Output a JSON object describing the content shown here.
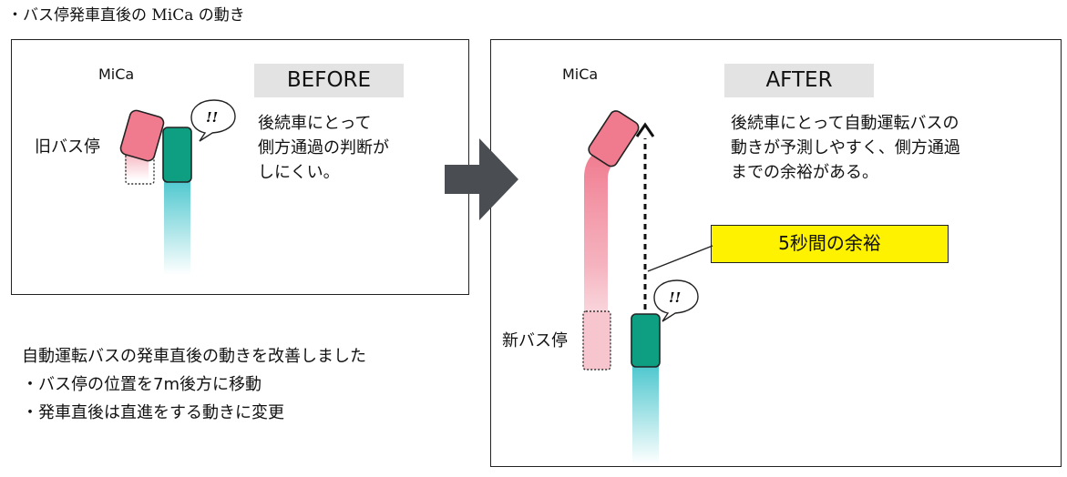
{
  "title": "・バス停発車直後の MiCa の動き",
  "before": {
    "vehicle_label": "MiCa",
    "heading": "BEFORE",
    "stop_label": "旧バス停",
    "description": "後続車にとって\n側方通過の判断が\nしにくい。",
    "bubble": "!!"
  },
  "after": {
    "vehicle_label": "MiCa",
    "heading": "AFTER",
    "stop_label": "新バス停",
    "description": "後続車にとって自動運転バスの\n動きが予測しやすく、側方通過\nまでの余裕がある。",
    "bubble": "!!",
    "callout": "5秒間の余裕"
  },
  "notes": {
    "headline": "自動運転バスの発車直後の動きを改善しました",
    "items": [
      "・バス停の位置を7m後方に移動",
      "・発車直後は直進をする動きに変更"
    ]
  },
  "colors": {
    "mica": "#f07b8f",
    "bus": "#0e9f83",
    "bus_trail": "#4fc8cf",
    "arrow": "#4a4d52",
    "callout_fill": "#fff200",
    "label_box": "#e3e3e3"
  }
}
